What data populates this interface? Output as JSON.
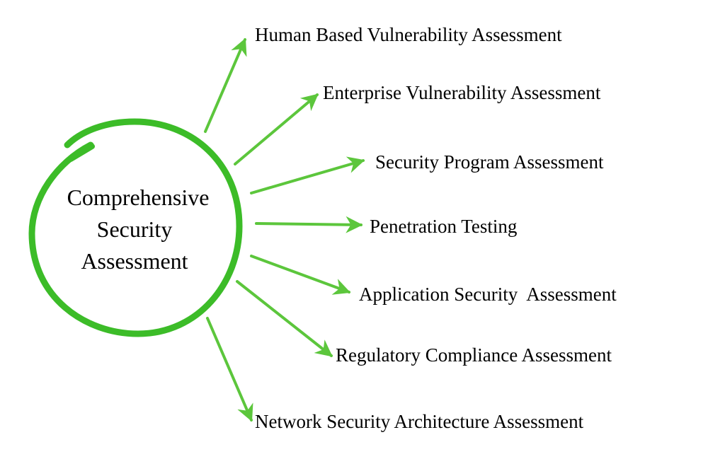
{
  "colors": {
    "circle": "#3cbc28",
    "arrow": "#5cc63c",
    "text": "#000000"
  },
  "center": {
    "lines": [
      "Comprehensive",
      "Security",
      "Assessment"
    ]
  },
  "branches": [
    {
      "label": "Human Based Vulnerability Assessment"
    },
    {
      "label": "Enterprise Vulnerability Assessment"
    },
    {
      "label": "Security Program Assessment"
    },
    {
      "label": "Penetration Testing"
    },
    {
      "label": "Application Security  Assessment"
    },
    {
      "label": "Regulatory Compliance Assessment"
    },
    {
      "label": "Network Security Architecture Assessment"
    }
  ]
}
